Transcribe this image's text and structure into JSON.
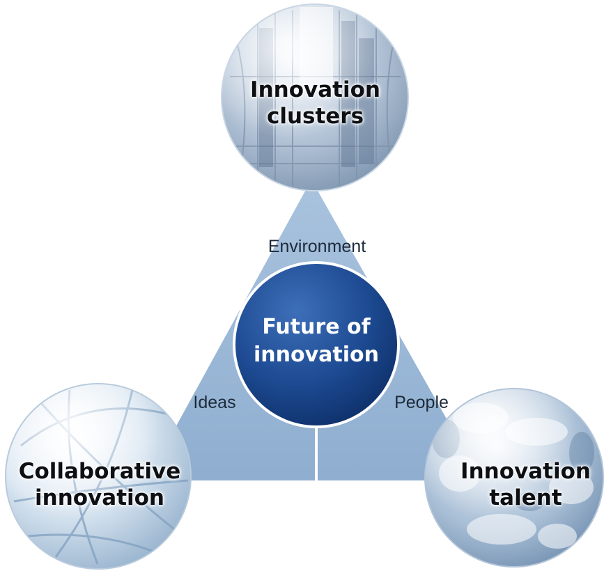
{
  "diagram": {
    "center": {
      "label": "Future of innovation"
    },
    "segments": {
      "environment": "Environment",
      "ideas": "Ideas",
      "people": "People"
    },
    "spheres": {
      "top": "Innovation clusters",
      "bottom_left": "Collaborative innovation",
      "bottom_right": "Innovation talent"
    }
  }
}
